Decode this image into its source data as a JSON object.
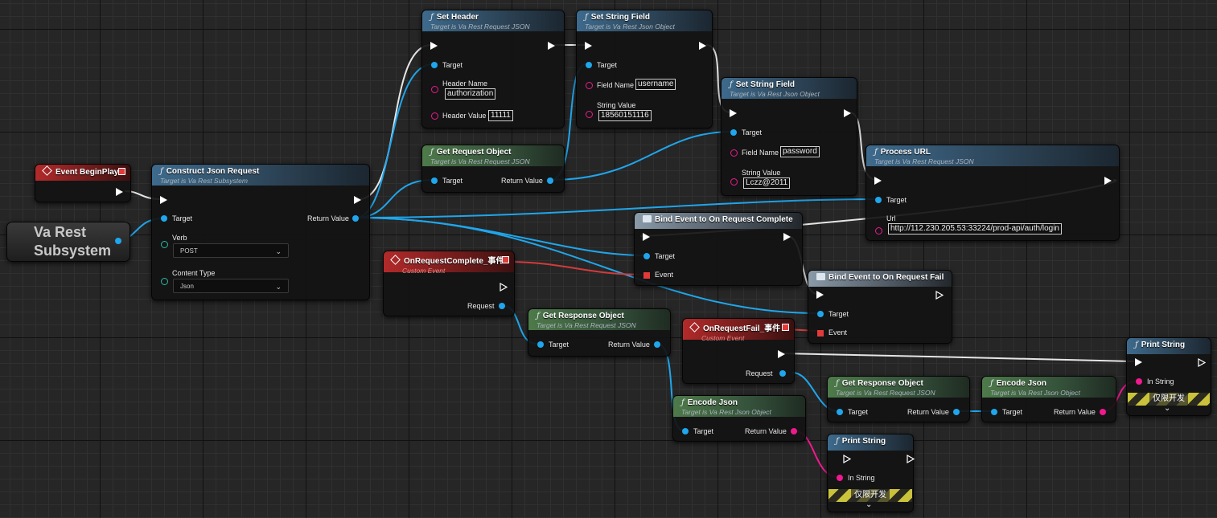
{
  "nodes": {
    "event_begin_play": {
      "title": "Event BeginPlay"
    },
    "va_rest_subsystem": {
      "line1": "Va Rest",
      "line2": "Subsystem"
    },
    "construct_json_request": {
      "title": "Construct Json Request",
      "subtitle": "Target is Va Rest Subsystem",
      "target_label": "Target",
      "verb_label": "Verb",
      "verb_value": "POST",
      "content_type_label": "Content Type",
      "content_type_value": "Json",
      "return_label": "Return Value"
    },
    "set_header": {
      "title": "Set Header",
      "subtitle": "Target is Va Rest Request JSON",
      "target_label": "Target",
      "header_name_label": "Header Name",
      "header_name_value": "authorization",
      "header_value_label": "Header Value",
      "header_value_value": "11111"
    },
    "set_string_field_1": {
      "title": "Set String Field",
      "subtitle": "Target is Va Rest Json Object",
      "target_label": "Target",
      "field_name_label": "Field Name",
      "field_name_value": "username",
      "string_value_label": "String Value",
      "string_value_value": "18560151116"
    },
    "set_string_field_2": {
      "title": "Set String Field",
      "subtitle": "Target is Va Rest Json Object",
      "target_label": "Target",
      "field_name_label": "Field Name",
      "field_name_value": "password",
      "string_value_label": "String Value",
      "string_value_value": "Lczz@2011"
    },
    "get_request_object": {
      "title": "Get Request Object",
      "subtitle": "Target is Va Rest Request JSON",
      "target_label": "Target",
      "return_label": "Return Value"
    },
    "process_url": {
      "title": "Process URL",
      "subtitle": "Target is Va Rest Request JSON",
      "target_label": "Target",
      "url_label": "Url",
      "url_value": "http://112.230.205.53:33224/prod-api/auth/login"
    },
    "bind_request_complete": {
      "title": "Bind Event to On Request Complete",
      "target_label": "Target",
      "event_label": "Event"
    },
    "bind_request_fail": {
      "title": "Bind Event to On Request Fail",
      "target_label": "Target",
      "event_label": "Event"
    },
    "on_request_complete": {
      "title": "OnRequestComplete_事件",
      "subtitle": "Custom Event",
      "request_label": "Request"
    },
    "on_request_fail": {
      "title": "OnRequestFail_事件",
      "subtitle": "Custom Event",
      "request_label": "Request"
    },
    "get_response_object_1": {
      "title": "Get Response Object",
      "subtitle": "Target is Va Rest Request JSON",
      "target_label": "Target",
      "return_label": "Return Value"
    },
    "get_response_object_2": {
      "title": "Get Response Object",
      "subtitle": "Target is Va Rest Request JSON",
      "target_label": "Target",
      "return_label": "Return Value"
    },
    "encode_json_1": {
      "title": "Encode Json",
      "subtitle": "Target is Va Rest Json Object",
      "target_label": "Target",
      "return_label": "Return Value"
    },
    "encode_json_2": {
      "title": "Encode Json",
      "subtitle": "Target is Va Rest Json Object",
      "target_label": "Target",
      "return_label": "Return Value"
    },
    "print_string_1": {
      "title": "Print String",
      "in_string_label": "In String",
      "dev_only": "仅限开发"
    },
    "print_string_2": {
      "title": "Print String",
      "in_string_label": "In String",
      "dev_only": "仅限开发"
    }
  },
  "colors": {
    "exec_wire": "#e6e6e6",
    "object_pin": "#1fa6ec",
    "string_pin": "#f0198f",
    "delegate_pin": "#e23a3a",
    "enum_pin": "#2bb8a0",
    "function_header": "#3e6a8c",
    "pure_header": "#4e7a4a",
    "event_header": "#b22a2a"
  },
  "icons": {
    "function": "function-icon",
    "event": "event-diamond-icon",
    "delegate": "delegate-square-icon",
    "bind": "bind-event-icon",
    "exec": "exec-pin-icon",
    "dropdown": "chevron-down-icon"
  }
}
